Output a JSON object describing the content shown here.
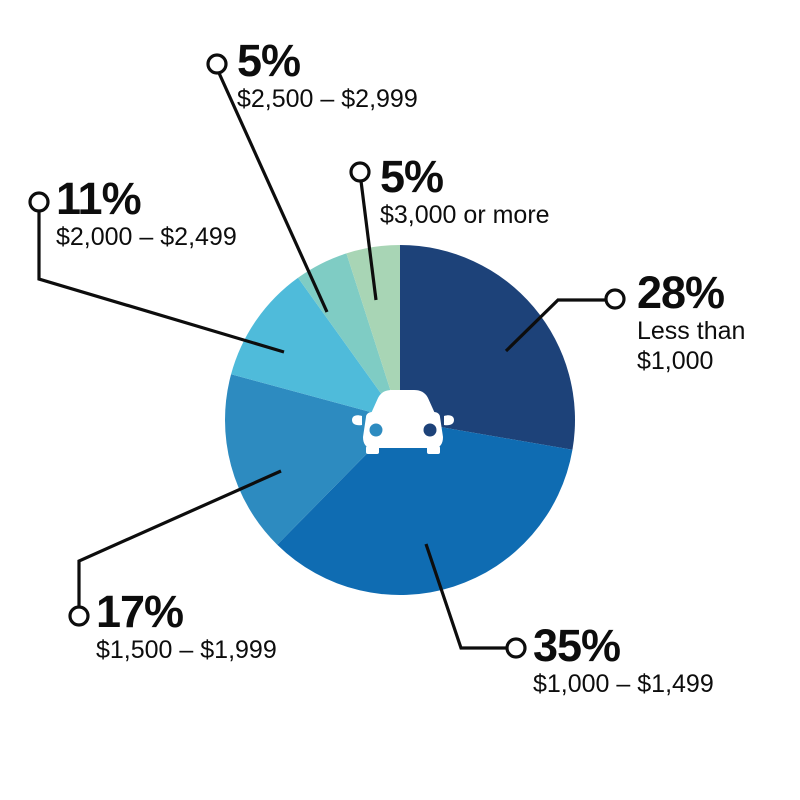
{
  "chart_data": {
    "type": "pie",
    "title": "",
    "subtitle": "",
    "center_icon": "car-icon",
    "start_angle_deg": 0,
    "direction": "clockwise",
    "unit": "%",
    "categories": [
      "Less than $1,000",
      "$1,000 – $1,499",
      "$1,500 – $1,999",
      "$2,000 – $2,499",
      "$2,500 – $2,999",
      "$3,000 or more"
    ],
    "values": [
      28,
      35,
      17,
      11,
      5,
      5
    ],
    "colors": [
      "#1D4279",
      "#0F6CB2",
      "#2D8BC0",
      "#4FBBDA",
      "#7FCCC4",
      "#A8D5B5"
    ],
    "slices": [
      {
        "id": "less-1000",
        "percent_label": "28%",
        "value": 28,
        "range_label": "Less than $1,000",
        "range_label_line1": "Less than",
        "range_label_line2": "$1,000",
        "color": "#1D4279"
      },
      {
        "id": "1000-1499",
        "percent_label": "35%",
        "value": 35,
        "range_label": "$1,000 – $1,499",
        "color": "#0F6CB2"
      },
      {
        "id": "1500-1999",
        "percent_label": "17%",
        "value": 17,
        "range_label": "$1,500 – $1,999",
        "color": "#2D8BC0"
      },
      {
        "id": "2000-2499",
        "percent_label": "11%",
        "value": 11,
        "range_label": "$2,000 – $2,499",
        "color": "#4FBBDA"
      },
      {
        "id": "2500-2999",
        "percent_label": "5%",
        "value": 5,
        "range_label": "$2,500 – $2,999",
        "color": "#7FCCC4"
      },
      {
        "id": "3000-or-more",
        "percent_label": "5%",
        "value": 5,
        "range_label": "$3,000 or more",
        "color": "#A8D5B5"
      }
    ],
    "leader_line_color": "#0d0d0d",
    "marker_style": "open-circle",
    "grid": false,
    "legend": "callout-labels"
  }
}
